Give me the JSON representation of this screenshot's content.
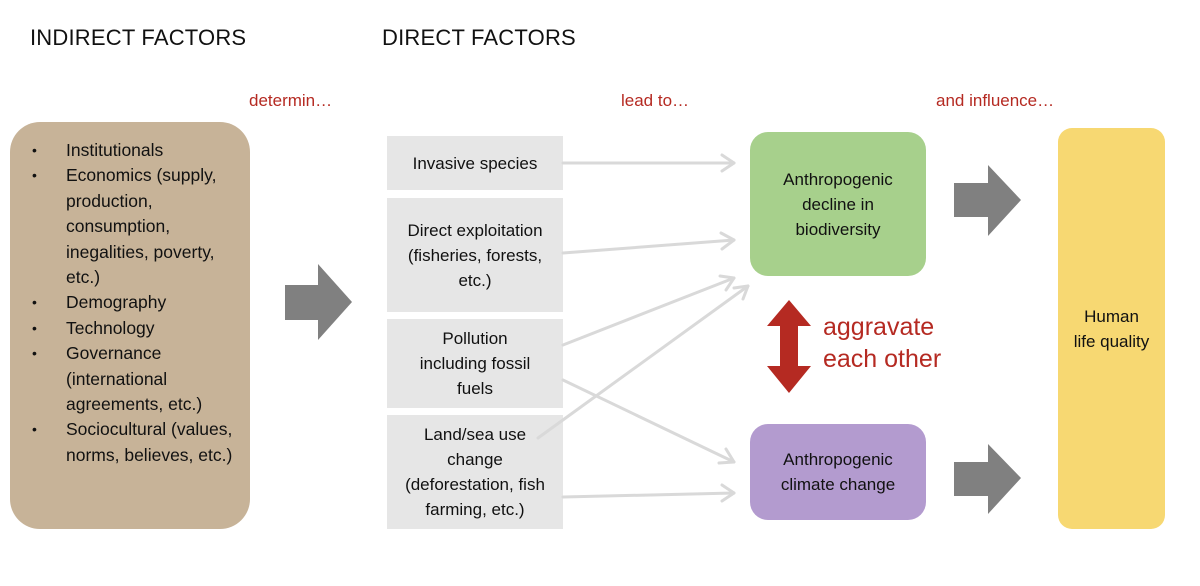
{
  "headings": {
    "indirect": "INDIRECT FACTORS",
    "direct": "DIRECT FACTORS"
  },
  "connectors": {
    "determine": "determin…",
    "lead_to": "lead to…",
    "influence": "and influence…"
  },
  "indirect_factors": [
    "Institutionals",
    "Economics (supply, production, consumption, inegalities, poverty, etc.)",
    "Demography",
    "Technology",
    "Governance (international agreements, etc.)",
    "Sociocultural (values, norms, believes, etc.)"
  ],
  "direct_factors": [
    "Invasive species",
    "Direct exploitation (fisheries, forests, etc.)",
    "Pollution including fossil fuels",
    "Land/sea use change (deforestation, fish farming, etc.)"
  ],
  "outcomes": {
    "biodiversity": "Anthropogenic decline in biodiversity",
    "climate": "Anthropogenic climate change",
    "human": "Human life quality"
  },
  "aggravate": "aggravate each other",
  "colors": {
    "indirect_box": "#c7b398",
    "direct_box": "#e6e6e6",
    "biodiversity_box": "#a7d08c",
    "climate_box": "#b39bcf",
    "human_box": "#f7d872",
    "big_arrow": "#808080",
    "thin_arrow": "#d9d9d9",
    "accent_red": "#b52a22"
  }
}
